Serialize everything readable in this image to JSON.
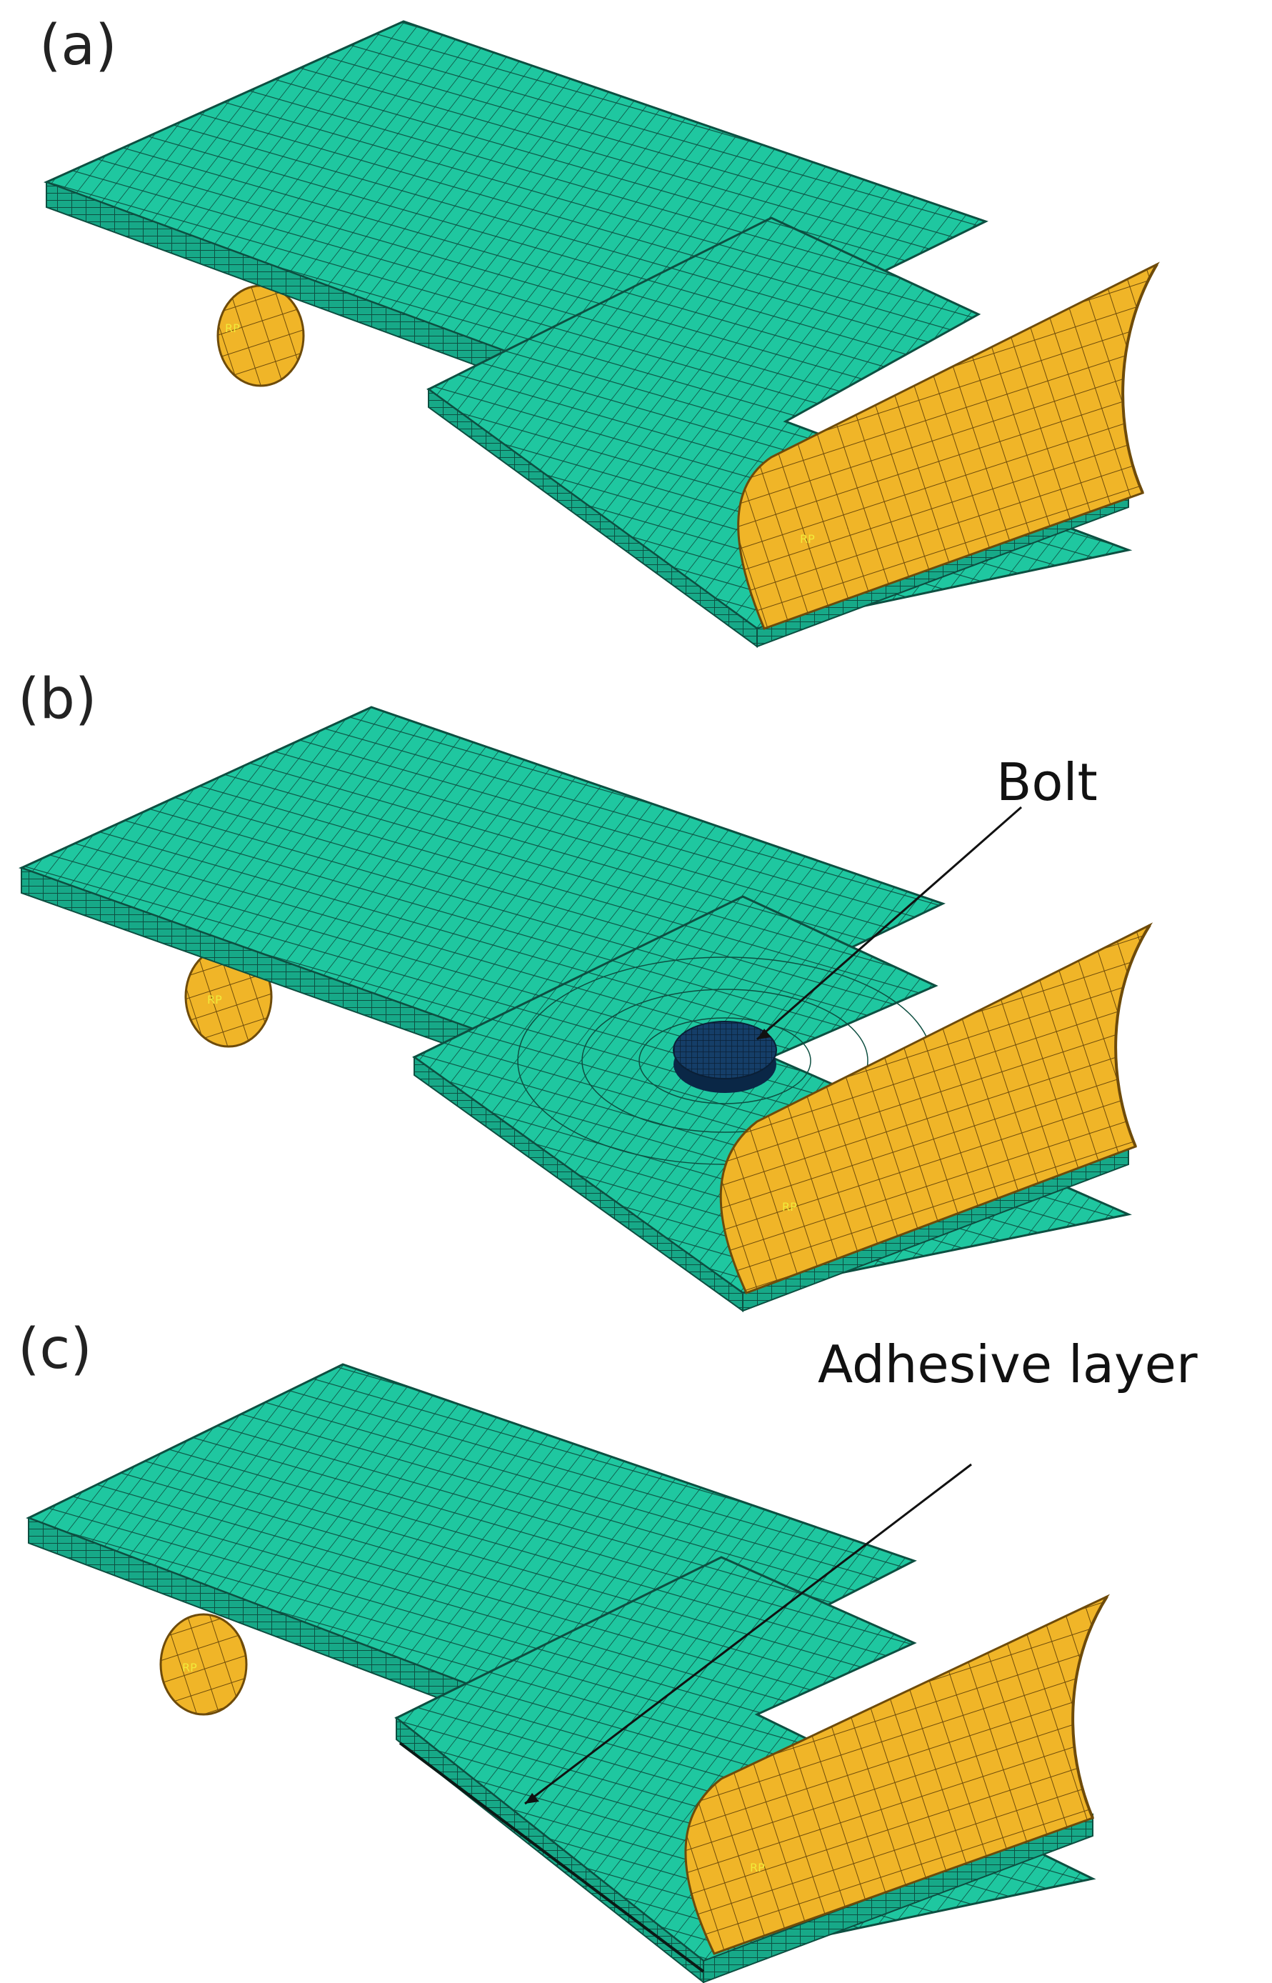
{
  "panels": [
    {
      "label": "(a)",
      "callout": "",
      "rp_labels": [
        "RP",
        "RP"
      ]
    },
    {
      "label": "(b)",
      "callout": "Bolt",
      "rp_labels": [
        "RP",
        "RP"
      ]
    },
    {
      "label": "(c)",
      "callout": "Adhesive layer",
      "rp_labels": [
        "RP",
        "RP"
      ]
    }
  ],
  "colors": {
    "mesh_face": "#1fc7a0",
    "mesh_side": "#17a988",
    "mesh_line": "#0d4f41",
    "roller_face": "#f0b528",
    "roller_line": "#6e4b0a",
    "bolt": "#153e68",
    "rp_text": "#f2ea3a"
  }
}
